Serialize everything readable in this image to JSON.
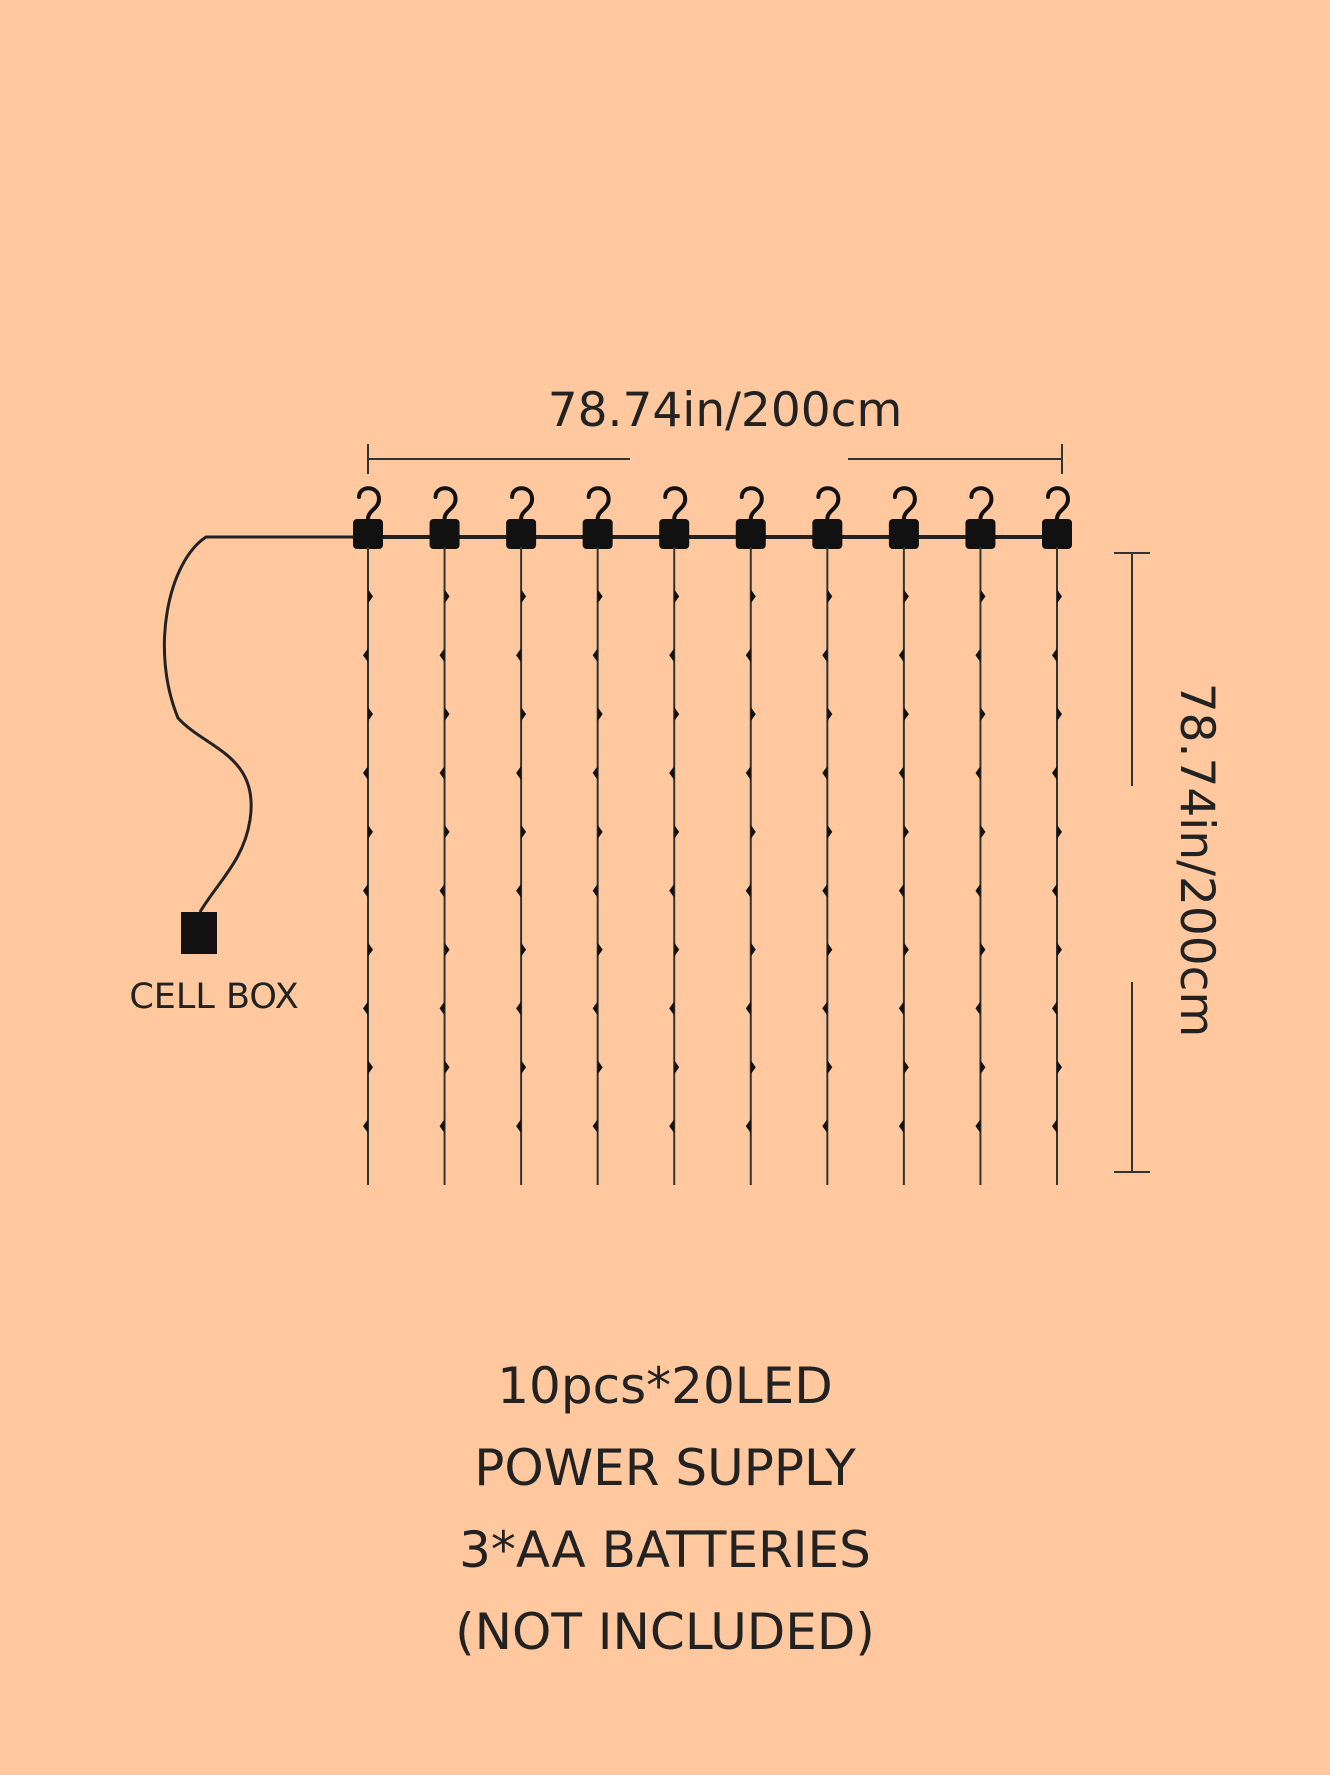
{
  "width_label": "78.74in/200cm",
  "height_label": "78.74in/200cm",
  "cell_box_label": "CELL BOX",
  "strand_count": 10,
  "leds_per_strand": 20,
  "specs": [
    "10pcs*20LED",
    "POWER SUPPLY",
    "3*AA BATTERIES",
    "(NOT INCLUDED)"
  ],
  "colors": {
    "background": "#FFC89E",
    "ink": "#222222"
  }
}
